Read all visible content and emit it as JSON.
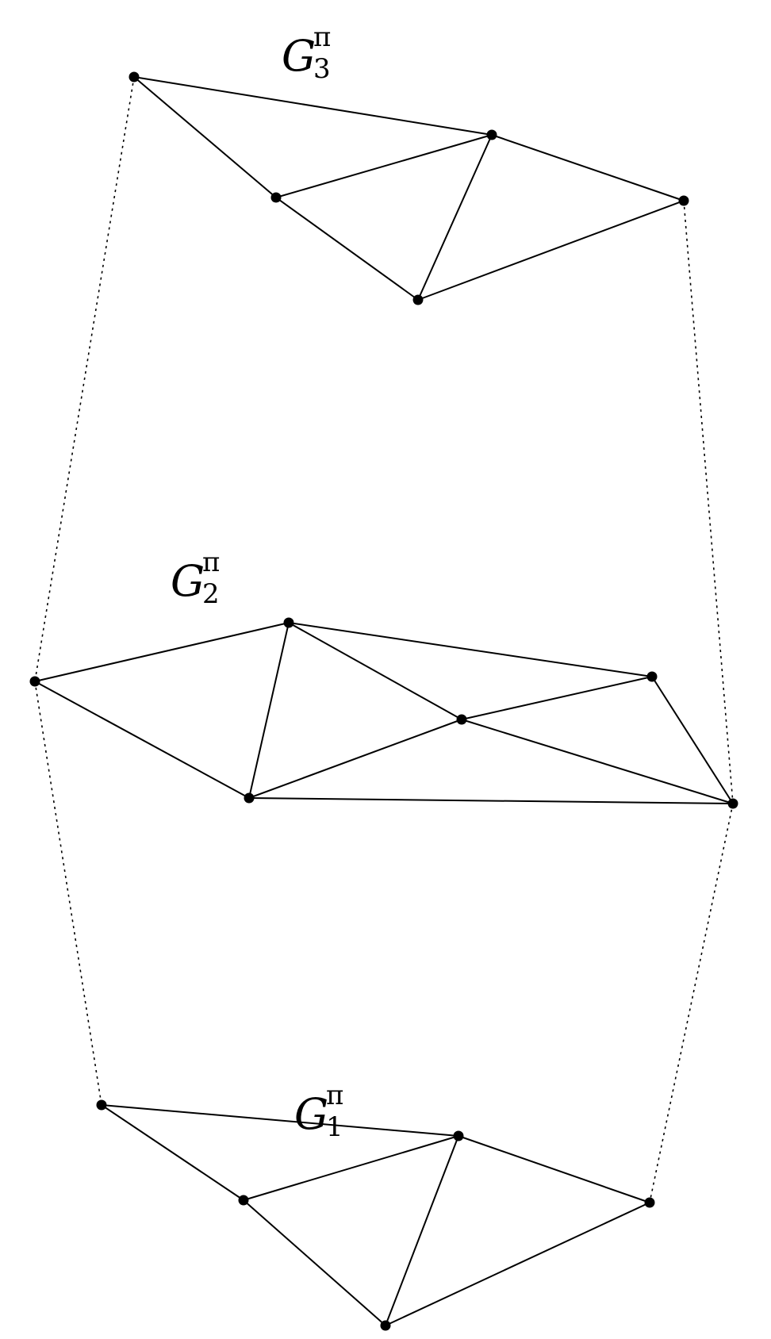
{
  "graphs": [
    {
      "id": "g1",
      "label": "G",
      "superscript": "π",
      "subscript": "1",
      "edges": [
        [
          0,
          1
        ],
        [
          0,
          2
        ],
        [
          1,
          2
        ],
        [
          1,
          3
        ],
        [
          2,
          3
        ],
        [
          2,
          4
        ],
        [
          3,
          4
        ]
      ]
    },
    {
      "id": "g2",
      "label": "G",
      "superscript": "π",
      "subscript": "2",
      "edges": [
        [
          0,
          1
        ],
        [
          0,
          2
        ],
        [
          1,
          2
        ],
        [
          1,
          3
        ],
        [
          1,
          4
        ],
        [
          2,
          3
        ],
        [
          2,
          5
        ],
        [
          3,
          4
        ],
        [
          3,
          5
        ],
        [
          4,
          5
        ]
      ]
    },
    {
      "id": "g3",
      "label": "G",
      "superscript": "π",
      "subscript": "3",
      "edges": [
        [
          0,
          1
        ],
        [
          0,
          2
        ],
        [
          1,
          2
        ],
        [
          1,
          3
        ],
        [
          2,
          3
        ],
        [
          2,
          4
        ],
        [
          3,
          4
        ]
      ]
    }
  ],
  "connections": [
    {
      "from": [
        "g3",
        0
      ],
      "to": [
        "g2",
        0
      ]
    },
    {
      "from": [
        "g2",
        0
      ],
      "to": [
        "g1",
        0
      ]
    },
    {
      "from": [
        "g3",
        4
      ],
      "to": [
        "g2",
        5
      ]
    },
    {
      "from": [
        "g2",
        5
      ],
      "to": [
        "g1",
        4
      ]
    }
  ],
  "colors": {
    "stroke": "#000000",
    "background": "#ffffff"
  }
}
